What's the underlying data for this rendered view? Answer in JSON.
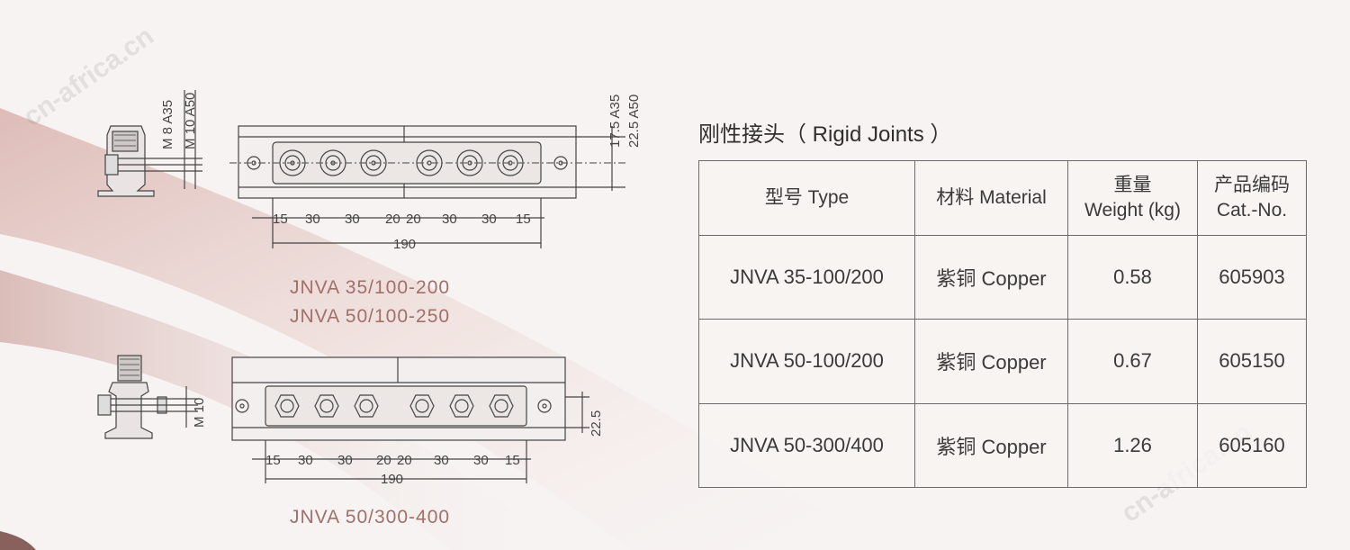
{
  "title": "刚性接头（ Rigid Joints ）",
  "watermarks": [
    "cn-africa.cn",
    "cn-africa.cn"
  ],
  "drawing_top": {
    "side_labels": [
      "M 8 A35",
      "M 10 A50"
    ],
    "height_labels": [
      "17.5 A35",
      "22.5 A50"
    ],
    "spacing": [
      "15",
      "30",
      "30",
      "20",
      "20",
      "30",
      "30",
      "15"
    ],
    "total_length": "190",
    "models": [
      "JNVA 35/100-200",
      "JNVA 50/100-250"
    ]
  },
  "drawing_bottom": {
    "side_label": "M 10",
    "height_label": "22.5",
    "spacing": [
      "15",
      "30",
      "30",
      "20",
      "20",
      "30",
      "30",
      "15"
    ],
    "total_length": "190",
    "models": [
      "JNVA 50/300-400"
    ]
  },
  "table": {
    "headers": [
      [
        "型号 Type"
      ],
      [
        "材料 Material"
      ],
      [
        "重量",
        "Weight (kg)"
      ],
      [
        "产品编码",
        "Cat.-No."
      ]
    ],
    "rows": [
      [
        "JNVA 35-100/200",
        "紫铜 Copper",
        "0.58",
        "605903"
      ],
      [
        "JNVA 50-100/200",
        "紫铜 Copper",
        "0.67",
        "605150"
      ],
      [
        "JNVA 50-300/400",
        "紫铜 Copper",
        "1.26",
        "605160"
      ]
    ]
  }
}
